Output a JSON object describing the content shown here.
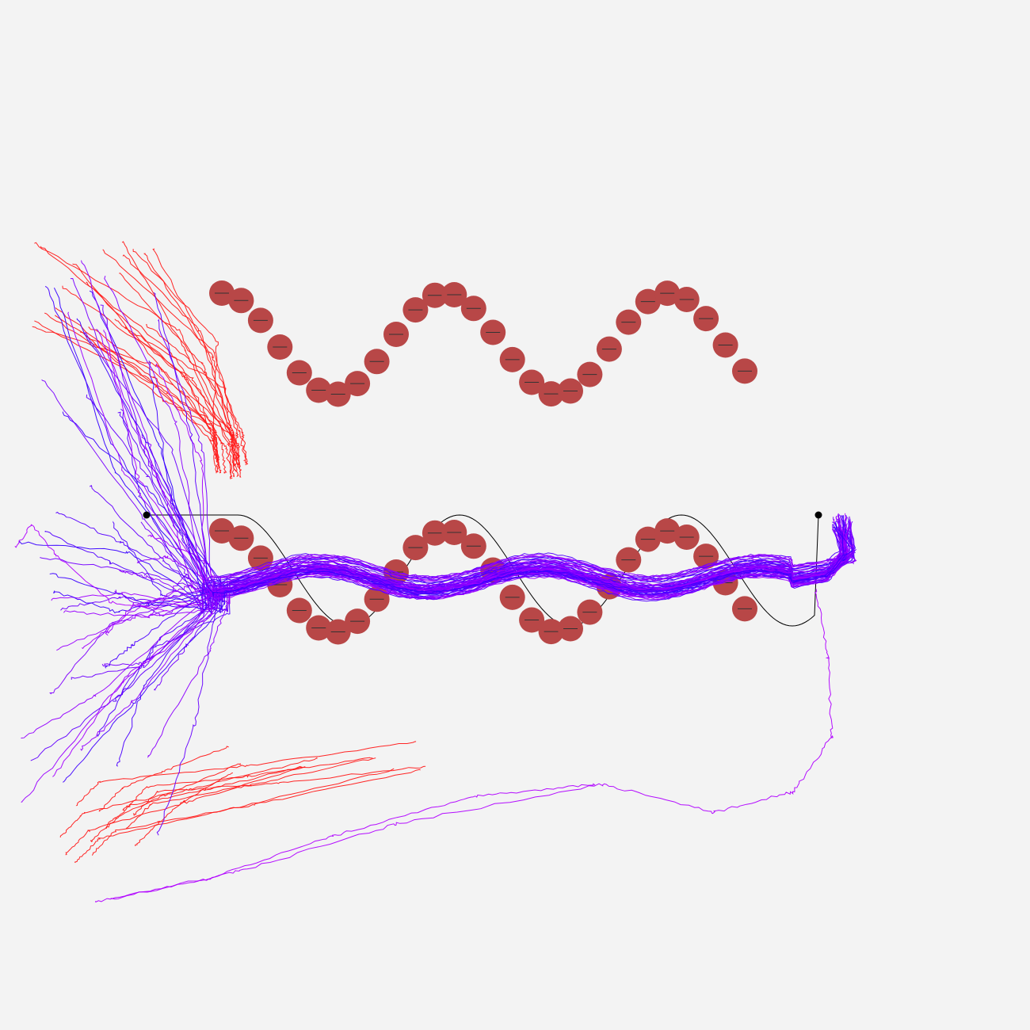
{
  "scene": {
    "background": "#f3f3f3",
    "obstacle_color": "#b84747",
    "reference_color": "#000000",
    "red_trail_color": "#ff1a1a",
    "cool_trail_color": "#3300ff",
    "warm_trail_color": "#b000ff",
    "waves": [
      {
        "name": "upper",
        "obstacle_count": 28
      },
      {
        "name": "lower",
        "obstacle_count": 28
      }
    ],
    "bundles": [
      {
        "name": "red-top-left",
        "count": 22
      },
      {
        "name": "red-bottom-left",
        "count": 12
      },
      {
        "name": "main-corridor",
        "count": 60
      },
      {
        "name": "outliers",
        "count": 3
      }
    ]
  }
}
